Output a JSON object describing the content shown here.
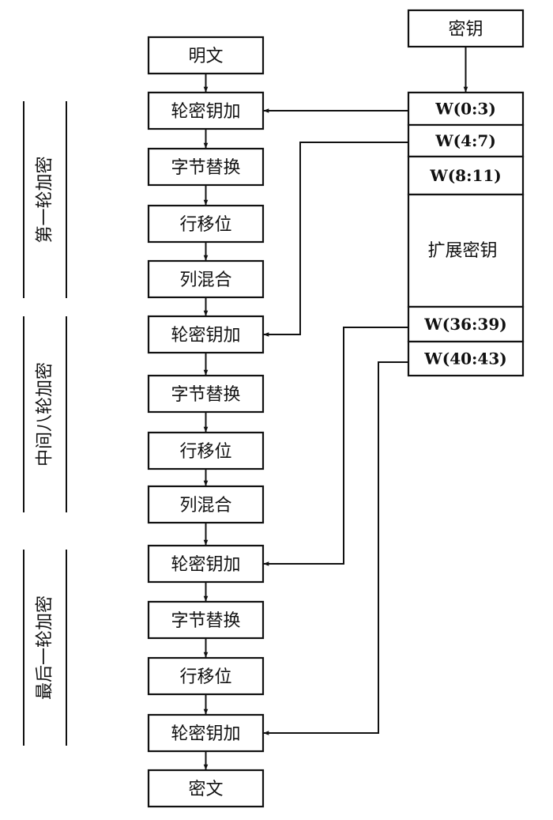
{
  "title": "AES 加密流程图",
  "flow": {
    "plaintext": "明文",
    "ciphertext": "密文",
    "steps": [
      {
        "id": "ark0",
        "label": "轮密钥加"
      },
      {
        "id": "sb1",
        "label": "字节替换"
      },
      {
        "id": "sr1",
        "label": "行移位"
      },
      {
        "id": "mc1",
        "label": "列混合"
      },
      {
        "id": "ark1",
        "label": "轮密钥加"
      },
      {
        "id": "sb2",
        "label": "字节替换"
      },
      {
        "id": "sr2",
        "label": "行移位"
      },
      {
        "id": "mc2",
        "label": "列混合"
      },
      {
        "id": "ark9",
        "label": "轮密钥加"
      },
      {
        "id": "sb10",
        "label": "字节替换"
      },
      {
        "id": "sr10",
        "label": "行移位"
      },
      {
        "id": "ark10",
        "label": "轮密钥加"
      }
    ]
  },
  "stages": [
    {
      "label": "第一轮加密"
    },
    {
      "label": "中间八轮加密"
    },
    {
      "label": "最后一轮加密"
    }
  ],
  "key": {
    "label": "密钥",
    "expanded_label": "扩展密钥",
    "words": [
      "W(0:3)",
      "W(4:7)",
      "W(8:11)",
      "W(36:39)",
      "W(40:43)"
    ]
  },
  "connections": [
    {
      "from": "W(0:3)",
      "to": "ark0"
    },
    {
      "from": "W(4:7)",
      "to": "ark1"
    },
    {
      "from": "W(36:39)",
      "to": "ark9"
    },
    {
      "from": "W(40:43)",
      "to": "ark10"
    }
  ]
}
